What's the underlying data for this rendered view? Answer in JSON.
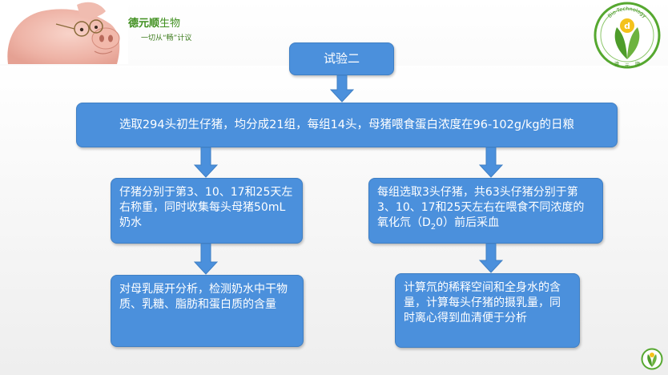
{
  "brand": {
    "name_bold": "德元顺",
    "name_thin": "生物",
    "slogan": "一切从“畅”计议",
    "logo_ring_text": "Bio-Technology",
    "logo_bottom_text": [
      "德",
      "元",
      "顺"
    ]
  },
  "flow": {
    "title": "试验二",
    "step1": "选取294头初生仔猪，均分成21组，每组14头，母猪喂食蛋白浓度在96-102g/kg的日粮",
    "left_step1": "仔猪分别于第3、10、17和25天左右称重，同时收集每头母猪50mL奶水",
    "left_step2": "对母乳展开分析，检测奶水中干物质、乳糖、脂肪和蛋白质的含量",
    "right_step1_pre": "每组选取3头仔猪，共63头仔猪分别于第3、10、17和25天左右在喂食不同浓度的氧化氘（D",
    "right_step1_sub": "2",
    "right_step1_post": "0）前后采血",
    "right_step2": "计算氘的稀释空间和全身水的含量，计算每头仔猪的摄乳量，同时离心得到血清便于分析"
  },
  "colors": {
    "box_fill": "#4b90dc",
    "box_border": "#3f7fc4",
    "brand_green": "#3f8f1e"
  }
}
